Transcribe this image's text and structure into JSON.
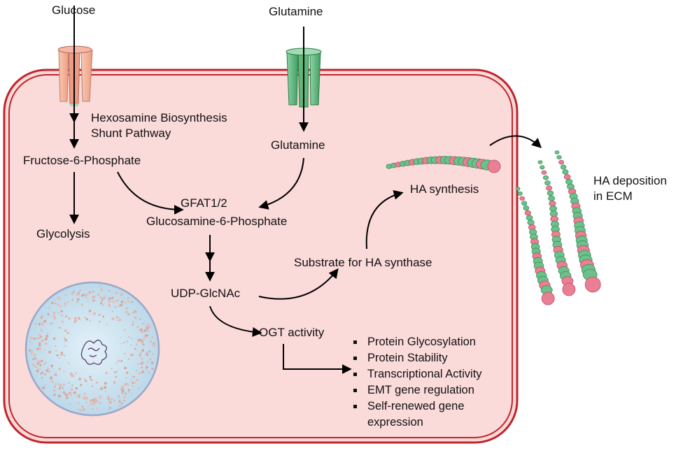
{
  "labels": {
    "glucose_outside": "Glucose",
    "glutamine_outside": "Glutamine",
    "hexosamine_line1": "Hexosamine Biosynthesis",
    "hexosamine_line2": "Shunt Pathway",
    "fructose": "Fructose-6-Phosphate",
    "glutamine_inside": "Glutamine",
    "glycolysis": "Glycolysis",
    "gfat": "GFAT1/2",
    "glucosamine": "Glucosamine-6-Phosphate",
    "udp": "UDP-GlcNAc",
    "substrate": "Substrate for HA synthase",
    "ha_synthesis": "HA synthesis",
    "ogt": "OGT activity",
    "ha_deposition_line1": "HA deposition",
    "ha_deposition_line2": "in ECM"
  },
  "ogt_effects": [
    "Protein Glycosylation",
    "Protein Stability",
    "Transcriptional Activity",
    "EMT gene regulation",
    "Self-renewed gene expression"
  ],
  "colors": {
    "cell_fill": "#fbdada",
    "cell_border": "#c0252b",
    "glucose_transporter": "#f3b49a",
    "glutamine_transporter": "#5fb77a",
    "ha_green": "#6cc08a",
    "ha_pink": "#ea7e93",
    "nucleus": "#cfe6f2"
  }
}
